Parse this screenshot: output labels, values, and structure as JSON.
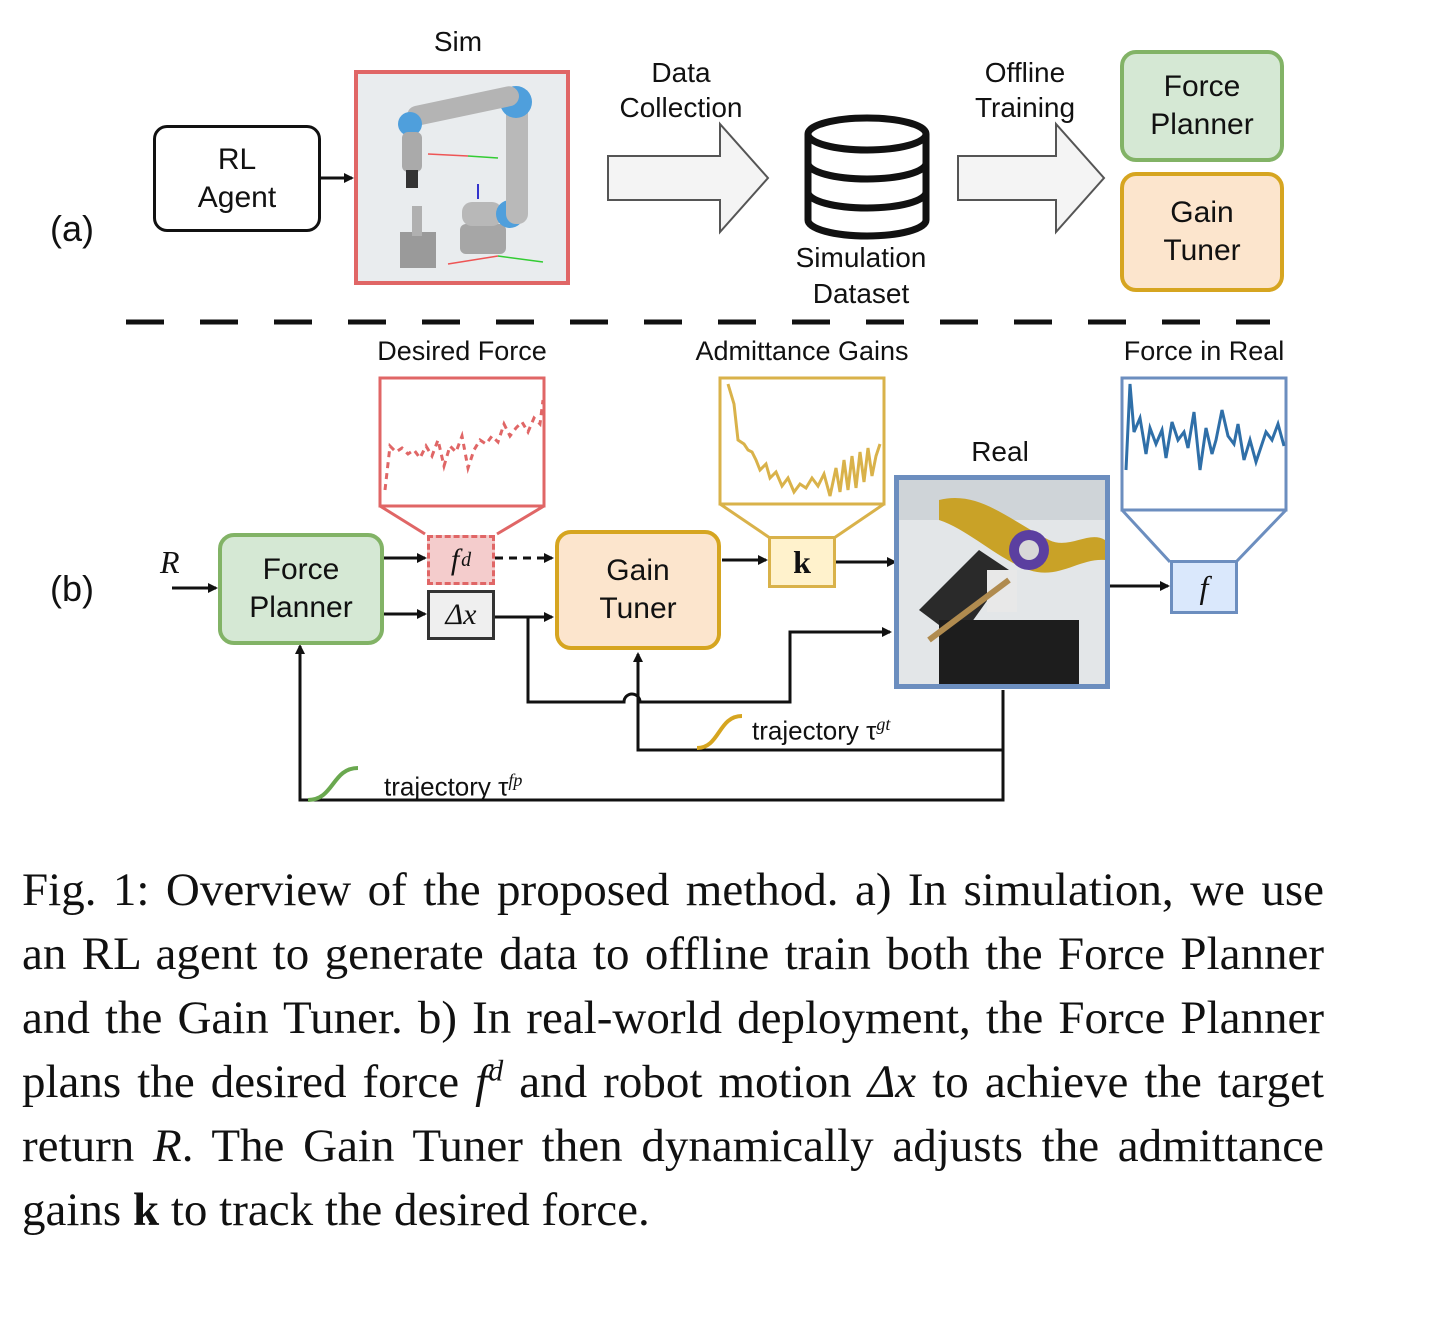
{
  "panel_a": {
    "label": "(a)",
    "rl_agent": "RL\nAgent",
    "sim_title": "Sim",
    "data_collection": "Data\nCollection",
    "dataset": "Simulation\nDataset",
    "offline_training": "Offline\nTraining",
    "force_planner": "Force\nPlanner",
    "gain_tuner": "Gain\nTuner"
  },
  "panel_b": {
    "label": "(b)",
    "input_R": "R",
    "force_planner": "Force\nPlanner",
    "gain_tuner": "Gain\nTuner",
    "fd": "f",
    "fd_sup": "d",
    "dx": "Δx",
    "k": "k",
    "f": "f",
    "desired_force_title": "Desired Force",
    "gains_title": "Admittance Gains",
    "real_title": "Real",
    "force_real_title": "Force in Real",
    "traj_gt": "trajectory τ",
    "traj_gt_sup": "gt",
    "traj_fp": "trajectory τ",
    "traj_fp_sup": "fp"
  },
  "colors": {
    "sim_border": "#e06666",
    "planner_fill": "#d5e8d4",
    "planner_border": "#82b366",
    "tuner_fill": "#fce5cd",
    "tuner_border": "#d6a520",
    "fd_fill": "#f4cccc",
    "k_fill": "#fff2cc",
    "f_fill": "#dae8fc",
    "real_border": "#6c8ebf",
    "force_plot": "#2f6fa8",
    "gain_plot": "#d9b24a"
  },
  "caption": {
    "p1": "Fig. 1: Overview of the proposed method. a) In simulation, we use an RL agent to generate data to offline train both the Force Planner and the Gain Tuner. b) In real-world deployment, the Force Planner plans the desired force ",
    "fd": "f",
    "fd_sup": "d",
    "p2": " and robot motion ",
    "dx": "Δx",
    "p3": " to achieve the target return ",
    "R": "R",
    "p4": ". The Gain Tuner then dynamically adjusts the admittance gains ",
    "k": "k",
    "p5": " to track the desired force."
  }
}
